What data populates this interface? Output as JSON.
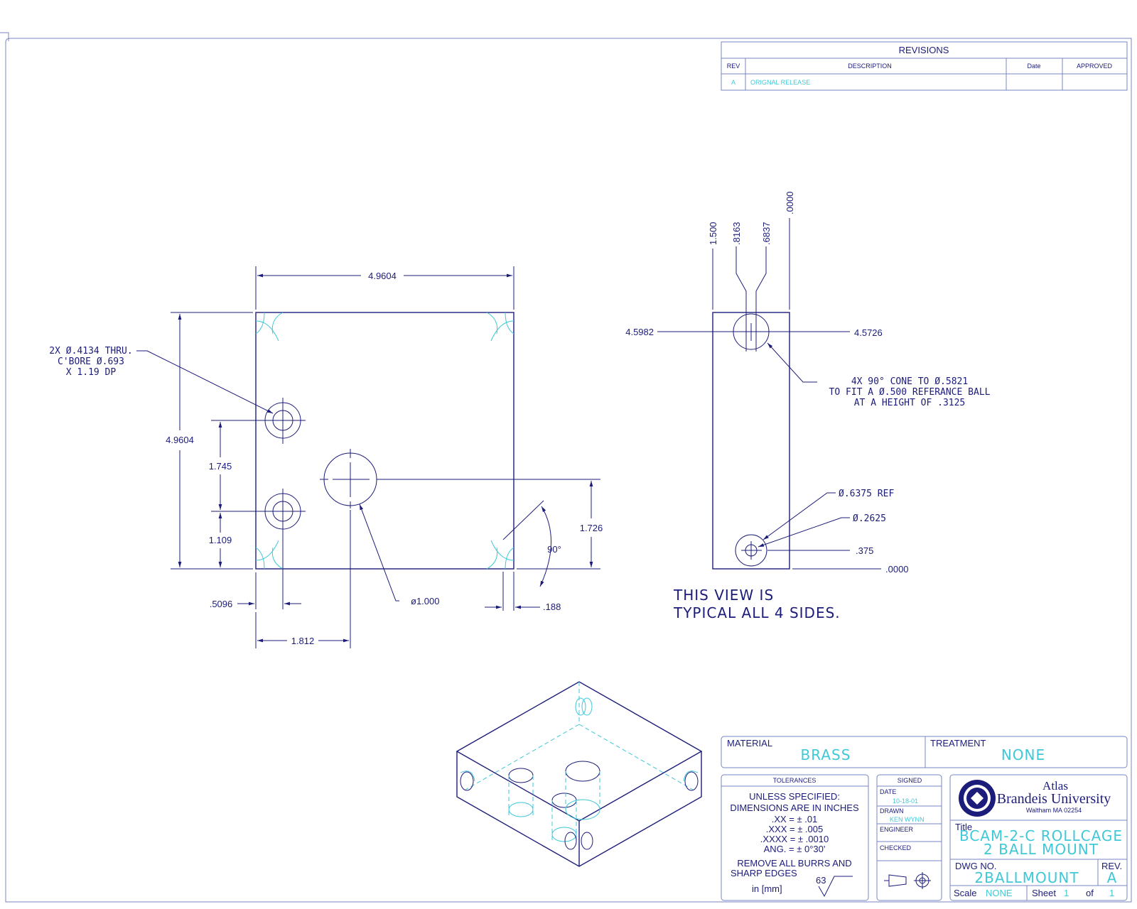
{
  "revisions": {
    "title": "REVISIONS",
    "headers": {
      "rev": "REV",
      "description": "DESCRIPTION",
      "date": "Date",
      "approved": "APPROVED"
    },
    "rows": [
      {
        "rev": "A",
        "description": "ORIGNAL RELEASE",
        "date": "",
        "approved": ""
      }
    ]
  },
  "top_view": {
    "width_dim": "4.9604",
    "height_dim": "4.9604",
    "hole_callout": [
      "2X Ø.4134 THRU.",
      "C'BORE Ø.693",
      "X 1.19 DP"
    ],
    "spacing_dim": "1.745",
    "lower_hole_dim": "1.109",
    "left_offset_dim": ".5096",
    "center_x_dim": "1.812",
    "big_hole_dia": "ø1.000",
    "big_hole_y_dim": "1.726",
    "angle": "90°",
    "chamfer_dim": ".188"
  },
  "side_view": {
    "dim_1500": "1.500",
    "dim_8163": ".8163",
    "dim_6837": ".6837",
    "dim_0000_top": ".0000",
    "dim_45982": "4.5982",
    "dim_45726": "4.5726",
    "cone_note": [
      "4X 90° CONE TO Ø.5821",
      "TO FIT A Ø.500 REFERANCE BALL",
      "AT A HEIGHT OF .3125"
    ],
    "dim_6375": "Ø.6375 REF",
    "dim_2625": "Ø.2625",
    "dim_375": ".375",
    "dim_0000_bottom": ".0000",
    "view_note": [
      "THIS VIEW IS",
      "TYPICAL ALL 4 SIDES."
    ]
  },
  "title_block": {
    "material_label": "MATERIAL",
    "material_value": "BRASS",
    "treatment_label": "TREATMENT",
    "treatment_value": "NONE",
    "tolerances_header": "TOLERANCES",
    "tolerances": [
      "UNLESS SPECIFIED:",
      "DIMENSIONS ARE IN INCHES",
      ".XX  =  ± .01",
      ".XXX  =  ± .005",
      ".XXXX  =  ± .0010",
      "ANG.  =  ± 0°30'"
    ],
    "burrs": [
      "REMOVE ALL BURRS AND",
      "SHARP EDGES"
    ],
    "units": "in  [mm]",
    "finish": "63",
    "signed_header": "SIGNED",
    "date_label": "DATE",
    "date_value": "10-18-01",
    "drawn_label": "DRAWN",
    "drawn_value": "KEN WYNN",
    "engineer_label": "ENGINEER",
    "checked_label": "CHECKED",
    "org_line1": "Atlas",
    "org_line2": "Brandeis University",
    "org_line3": "Waltham MA 02254",
    "title_label": "Title",
    "title_line1": "BCAM-2-C ROLLCAGE",
    "title_line2": "2 BALL MOUNT",
    "dwg_label": "DWG NO.",
    "dwg_value": "2BALLMOUNT",
    "rev_label": "REV.",
    "rev_value": "A",
    "scale_label": "Scale",
    "scale_value": "NONE",
    "sheet_label": "Sheet",
    "sheet_value": "1",
    "of_label": "of",
    "of_value": "1"
  },
  "colors": {
    "line": "#1c1c7a",
    "hidden": "#3fc8d8",
    "frame": "#7a86c6"
  }
}
